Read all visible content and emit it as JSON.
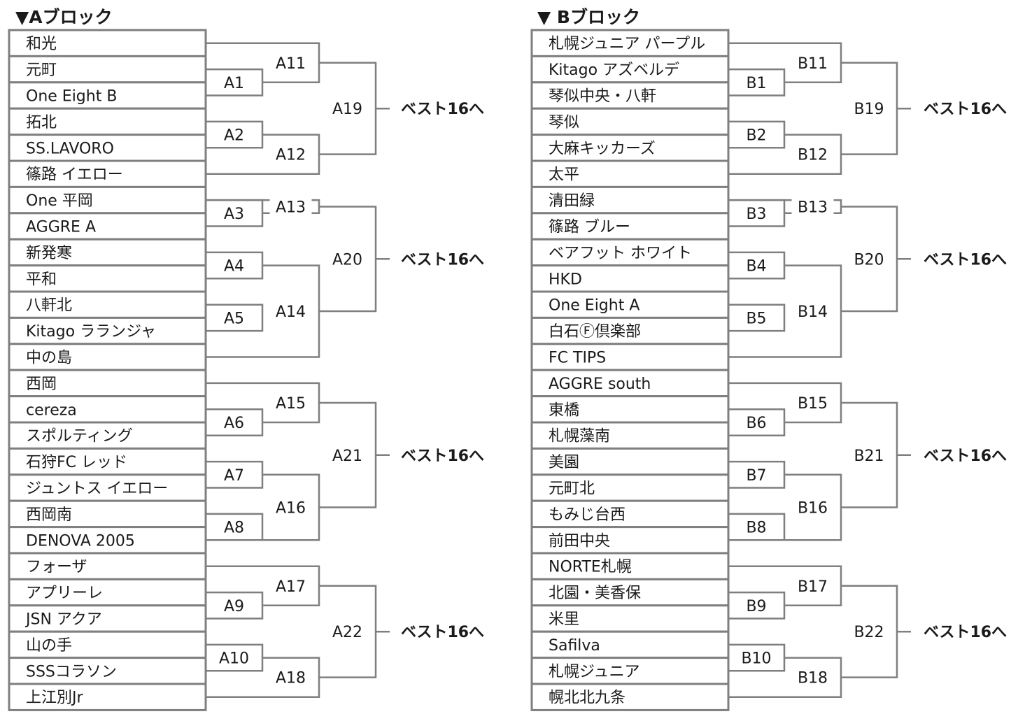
{
  "blocks": [
    {
      "id": "a",
      "title": "▼Aブロック",
      "teams": [
        "和光",
        "元町",
        "One Eight B",
        "拓北",
        "SS.LAVORO",
        "篠路 イエロー",
        "One 平岡",
        "AGGRE A",
        "新発寒",
        "平和",
        "八軒北",
        "Kitago ラランジャ",
        "中の島",
        "西岡",
        "cereza",
        "スポルティング",
        "石狩FC レッド",
        "ジュントス イエロー",
        "西岡南",
        "DENOVA 2005",
        "フォーザ",
        "アプリーレ",
        "JSN アクア",
        "山の手",
        "SSSコラソン",
        "上江別Jr"
      ],
      "round1": [
        "A1",
        "A2",
        "A3",
        "A4",
        "A5",
        "A6",
        "A7",
        "A8",
        "A9",
        "A10"
      ],
      "round2": [
        "A11",
        "A12",
        "A13",
        "A14",
        "A15",
        "A16",
        "A17",
        "A18"
      ],
      "round3": [
        "A19",
        "A20",
        "A21",
        "A22"
      ]
    },
    {
      "id": "b",
      "title": "▼ Bブロック",
      "teams": [
        "札幌ジュニア パープル",
        "Kitago アズベルデ",
        "琴似中央・八軒",
        "琴似",
        "大麻キッカーズ",
        "太平",
        "清田緑",
        "篠路 ブルー",
        "ベアフット ホワイト",
        "HKD",
        "One Eight A",
        "白石Ⓕ倶楽部",
        "FC TIPS",
        "AGGRE south",
        "東橋",
        "札幌藻南",
        "美園",
        "元町北",
        "もみじ台西",
        "前田中央",
        "NORTE札幌",
        "北園・美香保",
        "米里",
        "Safilva",
        "札幌ジュニア",
        "幌北北九条"
      ],
      "round1": [
        "B1",
        "B2",
        "B3",
        "B4",
        "B5",
        "B6",
        "B7",
        "B8",
        "B9",
        "B10"
      ],
      "round2": [
        "B11",
        "B12",
        "B13",
        "B14",
        "B15",
        "B16",
        "B17",
        "B18"
      ],
      "round3": [
        "B19",
        "B20",
        "B21",
        "B22"
      ]
    }
  ],
  "advance_label": "ベスト16へ",
  "colors": {
    "line": "#7f7f7f",
    "text": "#1a1a1a",
    "background": "#ffffff"
  }
}
